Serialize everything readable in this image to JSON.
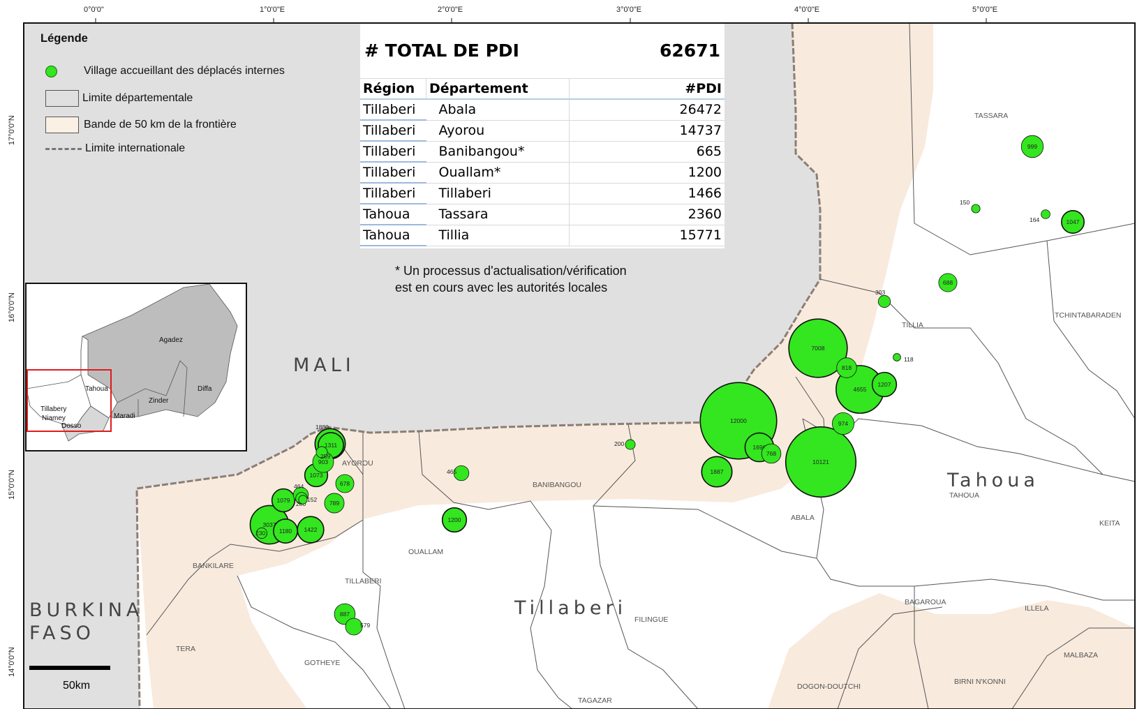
{
  "coordinates": {
    "top": [
      "0°0'0\"",
      "1°0'0\"E",
      "2°0'0\"E",
      "3°0'0\"E",
      "4°0'0\"E",
      "5°0'0\"E"
    ],
    "left": [
      "17°0'0\"N",
      "16°0'0\"N",
      "15°0'0\"N",
      "14°0'0\"N"
    ]
  },
  "legend": {
    "title": "Légende",
    "items": [
      {
        "kind": "dot",
        "label": "Village accueillant des déplacés internes",
        "color": "#33e61f"
      },
      {
        "kind": "box",
        "label": "Limite départementale",
        "color": "#e0e0e0"
      },
      {
        "kind": "box",
        "label": "Bande de 50 km de la frontière",
        "color": "#fbf0e4"
      },
      {
        "kind": "line",
        "label": "Limite internationale",
        "color": "#777777"
      }
    ]
  },
  "table": {
    "title": "# TOTAL DE PDI",
    "total": "62671",
    "headers": [
      "Région",
      "Département",
      "#PDI"
    ],
    "rows": [
      [
        "Tillaberi",
        "Abala",
        "26472"
      ],
      [
        "Tillaberi",
        "Ayorou",
        "14737"
      ],
      [
        "Tillaberi",
        "Banibangou*",
        "665"
      ],
      [
        "Tillaberi",
        "Ouallam*",
        "1200"
      ],
      [
        "Tillaberi",
        "Tillaberi",
        "1466"
      ],
      [
        "Tahoua",
        "Tassara",
        "2360"
      ],
      [
        "Tahoua",
        "Tillia",
        "15771"
      ]
    ]
  },
  "note": {
    "line1": "*  Un processus d'actualisation/vérification",
    "line2": "est en cours avec les autorités locales"
  },
  "regions": {
    "mali": "MALI",
    "burkina1": "BURKINA",
    "burkina2": "FASO",
    "tahoua": "Tahoua",
    "tillaberi": "Tillaberi"
  },
  "departments": [
    "TASSARA",
    "TILLIA",
    "TCHINTABARADEN",
    "TAHOUA",
    "KEITA",
    "ABALA",
    "BANIBANGOU",
    "AYOROU",
    "OUALLAM",
    "TILLABERI",
    "BANKILARE",
    "TERA",
    "GOTHEYE",
    "FILINGUE",
    "TAGAZAR",
    "DOGON-DOUTCHI",
    "BAGAROUA",
    "ILLELA",
    "MALBAZA",
    "BIRNI N'KONNI"
  ],
  "inset": {
    "labels": [
      "Agadez",
      "Tahoua",
      "Zinder",
      "Diffa",
      "Maradi",
      "Tillabery",
      "Niamey",
      "Dosso"
    ]
  },
  "villages": [
    {
      "value": 12000,
      "label": "12000"
    },
    {
      "value": 10121,
      "label": "10121"
    },
    {
      "value": 7008,
      "label": "7008"
    },
    {
      "value": 4655,
      "label": "4655"
    },
    {
      "value": 3037,
      "label": "3037"
    },
    {
      "value": 1887,
      "label": "1887"
    },
    {
      "value": 1880,
      "label": "1880"
    },
    {
      "value": 1696,
      "label": "1696"
    },
    {
      "value": 1422,
      "label": "1422"
    },
    {
      "value": 1311,
      "label": "1311"
    },
    {
      "value": 1207,
      "label": "1207"
    },
    {
      "value": 1200,
      "label": "1200"
    },
    {
      "value": 1180,
      "label": "1180"
    },
    {
      "value": 1079,
      "label": "1079"
    },
    {
      "value": 1073,
      "label": "1073"
    },
    {
      "value": 1047,
      "label": "1047"
    },
    {
      "value": 999,
      "label": "999"
    },
    {
      "value": 974,
      "label": "974"
    },
    {
      "value": 903,
      "label": "903"
    },
    {
      "value": 887,
      "label": "887"
    },
    {
      "value": 818,
      "label": "818"
    },
    {
      "value": 789,
      "label": "789"
    },
    {
      "value": 768,
      "label": "768"
    },
    {
      "value": 688,
      "label": "688"
    },
    {
      "value": 678,
      "label": "678"
    },
    {
      "value": 579,
      "label": "579"
    },
    {
      "value": 465,
      "label": "465"
    },
    {
      "value": 464,
      "label": "464"
    },
    {
      "value": 303,
      "label": "303"
    },
    {
      "value": 280,
      "label": "280"
    },
    {
      "value": 259,
      "label": "259"
    },
    {
      "value": 230,
      "label": "230"
    },
    {
      "value": 200,
      "label": "200"
    },
    {
      "value": 164,
      "label": "164"
    },
    {
      "value": 152,
      "label": "152"
    },
    {
      "value": 150,
      "label": "150"
    },
    {
      "value": 118,
      "label": "118"
    }
  ],
  "scale": {
    "label": "50km"
  },
  "colors": {
    "outside": "#e0e0e0",
    "buffer": "#f8eadd",
    "niger": "#ffffff",
    "village": "#33e61f"
  }
}
